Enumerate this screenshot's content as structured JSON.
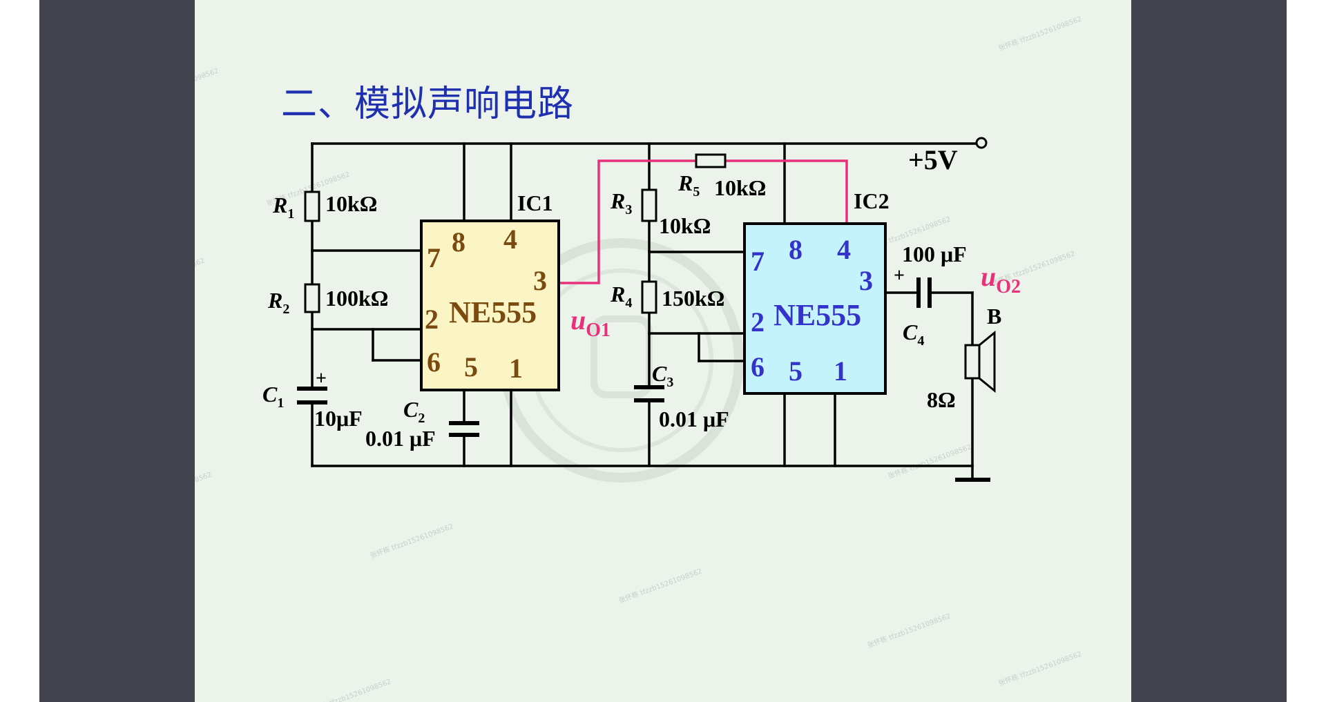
{
  "slide": {
    "title": "二、模拟声响电路"
  },
  "watermark": "张怀栋 tfzzb15261098562",
  "colors": {
    "ic1_fill": "#fbf4c4",
    "ic2_fill": "#c5f3fb",
    "ic1_text": "#7a4a10",
    "ic2_text": "#3333cc",
    "signal": "#e8317a",
    "title": "#1e2fb0",
    "slide_bg": "#ebf3ea",
    "frame_bg": "#41444d"
  },
  "circuit": {
    "supply": "+5V",
    "ic1": {
      "name": "IC1",
      "chip": "NE555",
      "pins": {
        "p8": "8",
        "p4": "4",
        "p7": "7",
        "p3": "3",
        "p2": "2",
        "p6": "6",
        "p5": "5",
        "p1": "1"
      }
    },
    "ic2": {
      "name": "IC2",
      "chip": "NE555",
      "pins": {
        "p8": "8",
        "p4": "4",
        "p7": "7",
        "p3": "3",
        "p2": "2",
        "p6": "6",
        "p5": "5",
        "p1": "1"
      }
    },
    "r1": {
      "sym": "R",
      "sub": "1",
      "value": "10kΩ"
    },
    "r2": {
      "sym": "R",
      "sub": "2",
      "value": "100kΩ"
    },
    "r3": {
      "sym": "R",
      "sub": "3",
      "value": "10kΩ"
    },
    "r4": {
      "sym": "R",
      "sub": "4",
      "value": "150kΩ"
    },
    "r5": {
      "sym": "R",
      "sub": "5",
      "value": "10kΩ"
    },
    "c1": {
      "sym": "C",
      "sub": "1",
      "value": "10μF",
      "pol": "+"
    },
    "c2": {
      "sym": "C",
      "sub": "2",
      "value": "0.01 μF"
    },
    "c3": {
      "sym": "C",
      "sub": "3",
      "value": "0.01 μF"
    },
    "c4": {
      "sym": "C",
      "sub": "4",
      "value": "100 μF",
      "pol": "+"
    },
    "uo1": {
      "sym": "u",
      "sub": "O1"
    },
    "uo2": {
      "sym": "u",
      "sub": "O2"
    },
    "speaker": {
      "name": "B",
      "value": "8Ω"
    }
  }
}
